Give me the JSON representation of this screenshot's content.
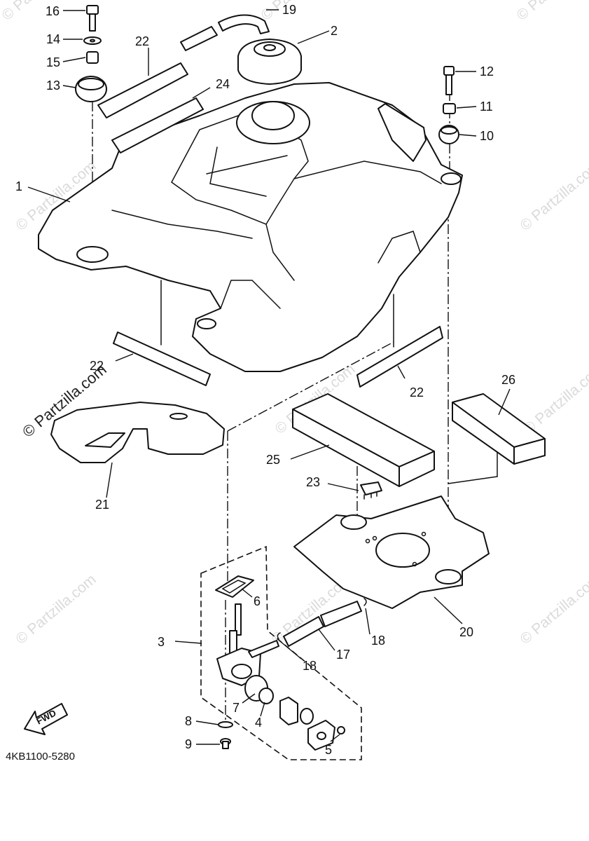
{
  "diagram": {
    "drawing_code": "4KB1100-5280",
    "fwd_label": "FWD",
    "watermark_main": "© Partzilla.com",
    "watermark_faint": "© Partzilla.com",
    "callouts": {
      "c1": "1",
      "c2": "2",
      "c3": "3",
      "c4": "4",
      "c5": "5",
      "c6": "6",
      "c7": "7",
      "c8": "8",
      "c9": "9",
      "c10": "10",
      "c11": "11",
      "c12": "12",
      "c13": "13",
      "c14": "14",
      "c15": "15",
      "c16": "16",
      "c17": "17",
      "c18a": "18",
      "c18b": "18",
      "c19": "19",
      "c20": "20",
      "c21": "21",
      "c22a": "22",
      "c22b": "22",
      "c22c": "22",
      "c23": "23",
      "c24": "24",
      "c25": "25",
      "c26": "26"
    }
  }
}
